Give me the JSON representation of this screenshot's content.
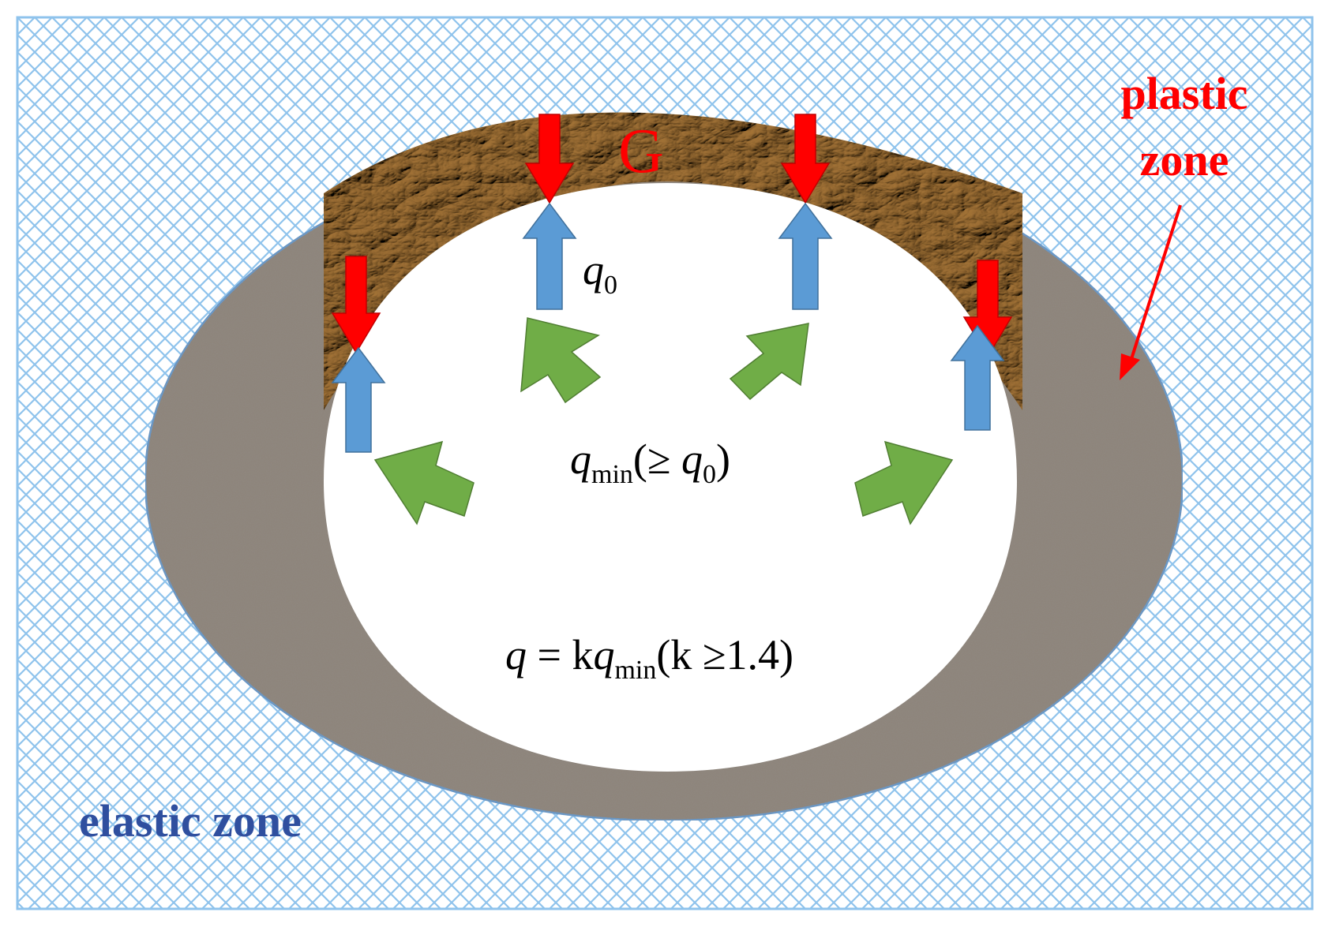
{
  "labels": {
    "elastic_zone": "elastic zone",
    "plastic_zone_line1": "plastic",
    "plastic_zone_line2": "zone",
    "gravity": "G"
  },
  "equations": {
    "q0": {
      "symbol": "q",
      "sub": "0"
    },
    "qmin": {
      "symbol": "q",
      "sub": "min",
      "paren_open": "(≥ ",
      "inner_symbol": "q",
      "inner_sub": "0",
      "paren_close": ")"
    },
    "q": {
      "lhs": "q",
      "eq": " = k",
      "symbol": "q",
      "sub": "min",
      "rest": "(k ≥1.4)"
    }
  },
  "colors": {
    "elastic_hatch": "#8fc3ec",
    "elastic_label": "#2f4f9f",
    "plastic_zone": "#8e857c",
    "plastic_label": "#ff0000",
    "rock_crown": "#b39363",
    "red_arrow": "#ff0000",
    "blue_arrow": "#5b9bd5",
    "green_arrow": "#70ad47",
    "frame": "#8fc3ec"
  }
}
